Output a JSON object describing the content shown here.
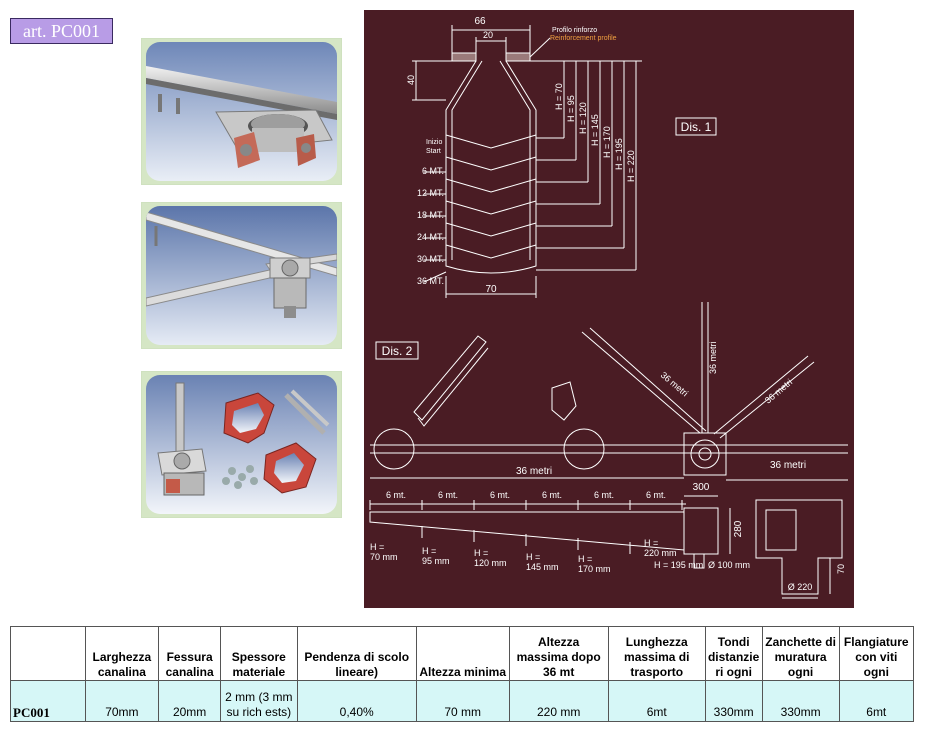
{
  "header": {
    "article_code": "art. PC001"
  },
  "drawing": {
    "dis1": {
      "label": "Dis. 1",
      "dim_top": "66",
      "dim_slot": "20",
      "dim_side": "40",
      "profile_it": "Profilo rinforzo",
      "profile_en": "Reinforcement profile",
      "start_it": "Inizio",
      "start_en": "Start",
      "markers": [
        "6 MT.",
        "12 MT.",
        "18 MT.",
        "24 MT.",
        "30 MT.",
        "36 MT."
      ],
      "heights": [
        "H = 70",
        "H = 95",
        "H = 120",
        "H = 145",
        "H = 170",
        "H = 195",
        "H = 220"
      ],
      "dim_bottom": "70"
    },
    "dis2": {
      "label": "Dis. 2",
      "ray_left": "36 metri",
      "ray_top": "36 metri",
      "ray_right": "36 metri",
      "bottom_left": "36 metri",
      "bottom_right": "36 metri"
    },
    "section": {
      "segments": [
        "6 mt.",
        "6 mt.",
        "6 mt.",
        "6 mt.",
        "6 mt.",
        "6 mt."
      ],
      "h_labels": [
        [
          "H =",
          "70 mm"
        ],
        [
          "H =",
          "95 mm"
        ],
        [
          "H =",
          "120 mm"
        ],
        [
          "H =",
          "145 mm"
        ],
        [
          "H =",
          "170 mm"
        ],
        [
          "H =",
          "220 mm"
        ]
      ],
      "h195": "H = 195 mm",
      "dim300": "300",
      "dim280": "280",
      "dia100": "Ø 100 mm",
      "dia220": "Ø 220",
      "dim70": "70"
    }
  },
  "table": {
    "headers": [
      "",
      "Larghezza canalina",
      "Fessura canalina",
      "Spessore materiale",
      "Pendenza di scolo lineare)",
      "Altezza minima",
      "Altezza massima dopo 36 mt",
      "Lunghezza massima di trasporto",
      "Tondi distanzie ri ogni",
      "Zanchette di muratura ogni",
      "Flangiature con viti ogni"
    ],
    "rows": [
      [
        "PC001",
        "70mm",
        "20mm",
        "2 mm (3 mm su rich ests)",
        "0,40%",
        "70 mm",
        "220 mm",
        "6mt",
        "330mm",
        "330mm",
        "6mt"
      ]
    ]
  },
  "colors": {
    "badge": "#b89ce6",
    "drawing_bg": "#4a1c24",
    "table_row": "#d6f7f7",
    "photo_frame": "#d5e6c5"
  }
}
